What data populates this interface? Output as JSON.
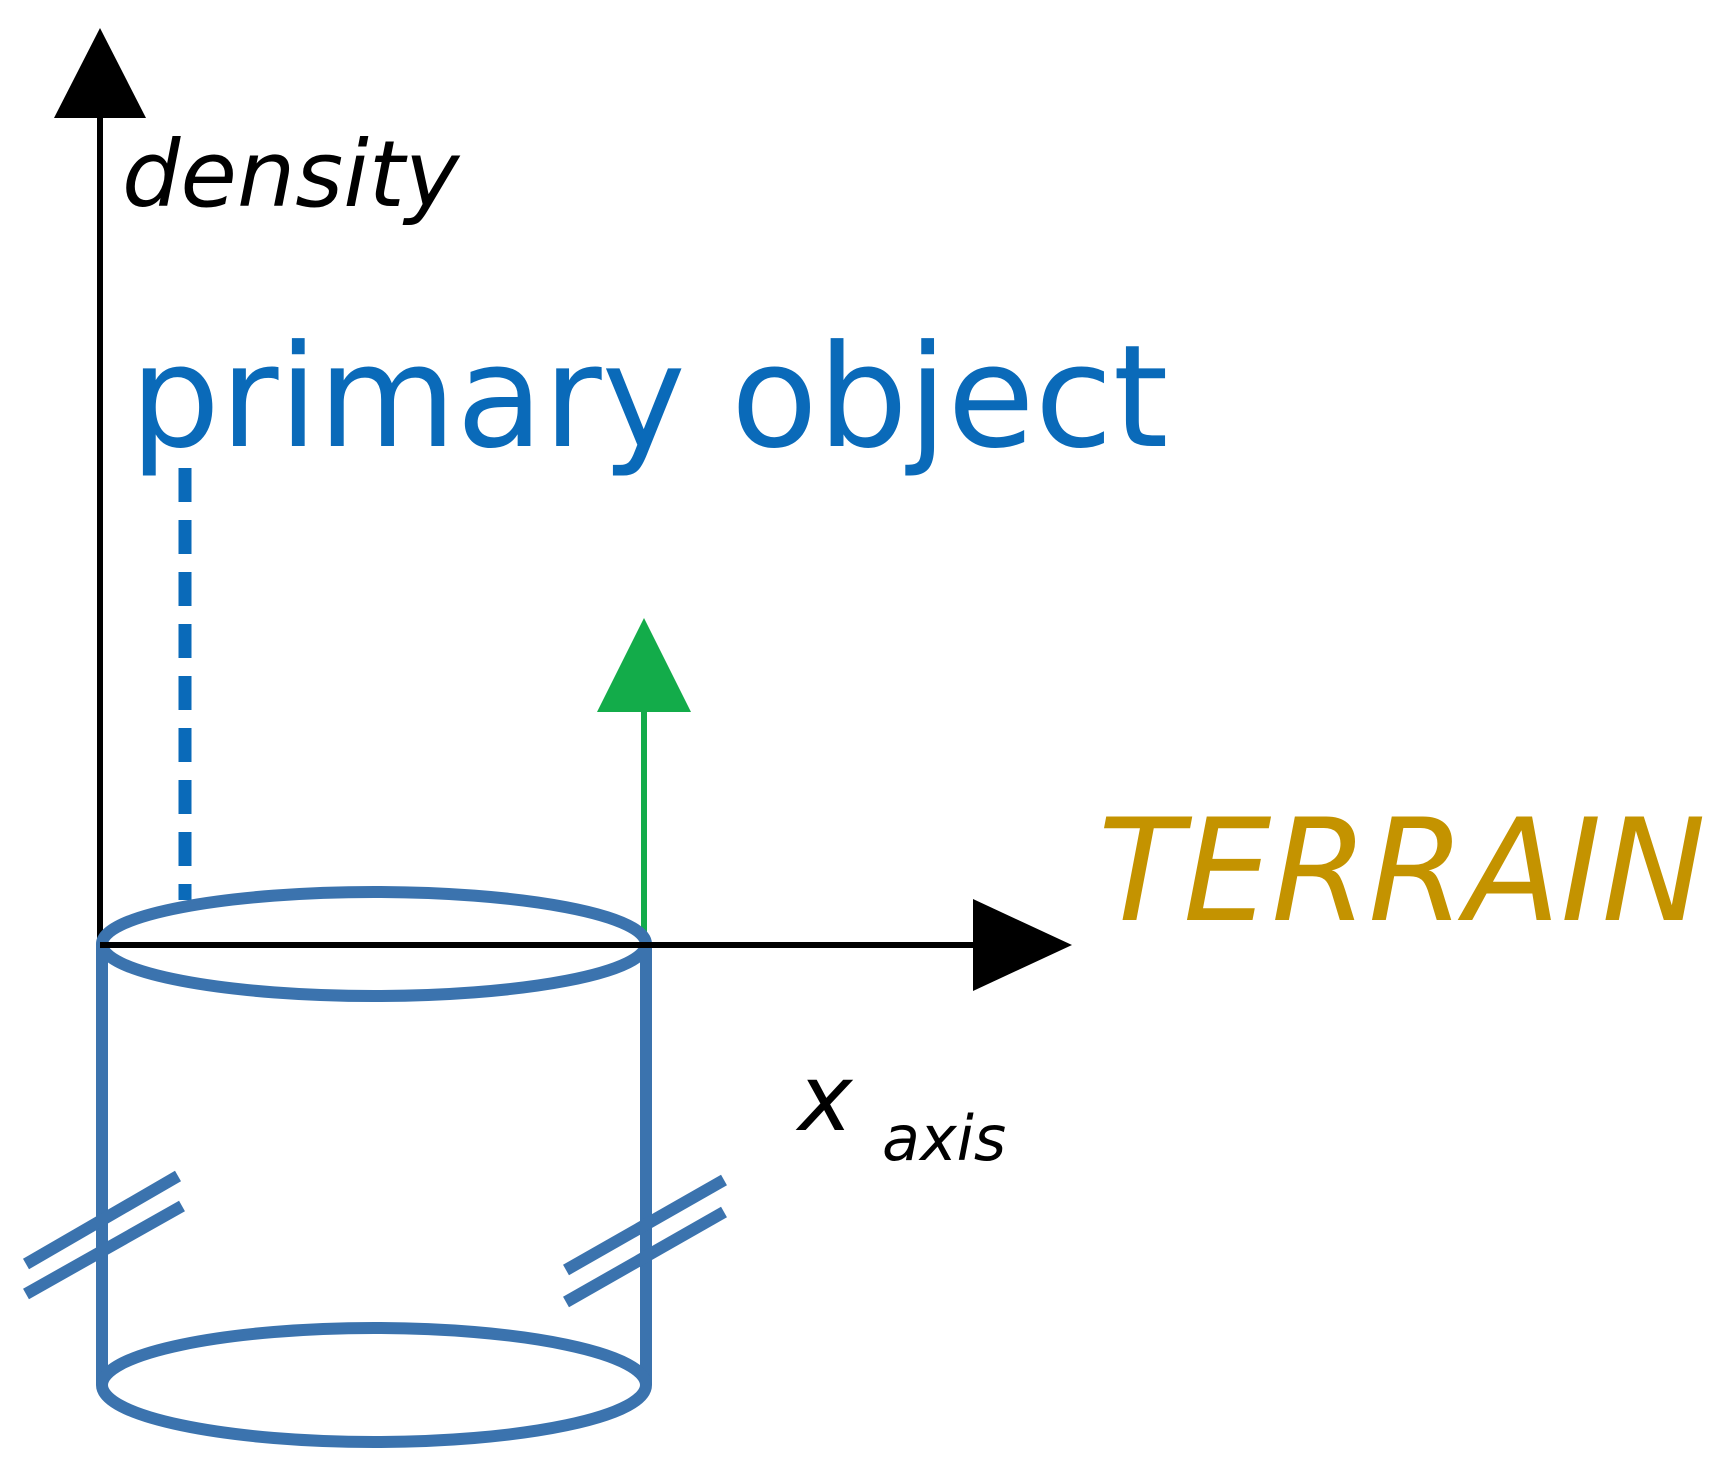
{
  "labels": {
    "y_axis": "density",
    "object": "primary object",
    "terrain": "TERRAIN",
    "x_axis_main": "x",
    "x_axis_sub": "axis"
  },
  "colors": {
    "axis": "#000000",
    "object": "#0a6ab9",
    "cylinder": "#3b73ae",
    "arrow": "#13ac4a",
    "terrain": "#c49300"
  }
}
